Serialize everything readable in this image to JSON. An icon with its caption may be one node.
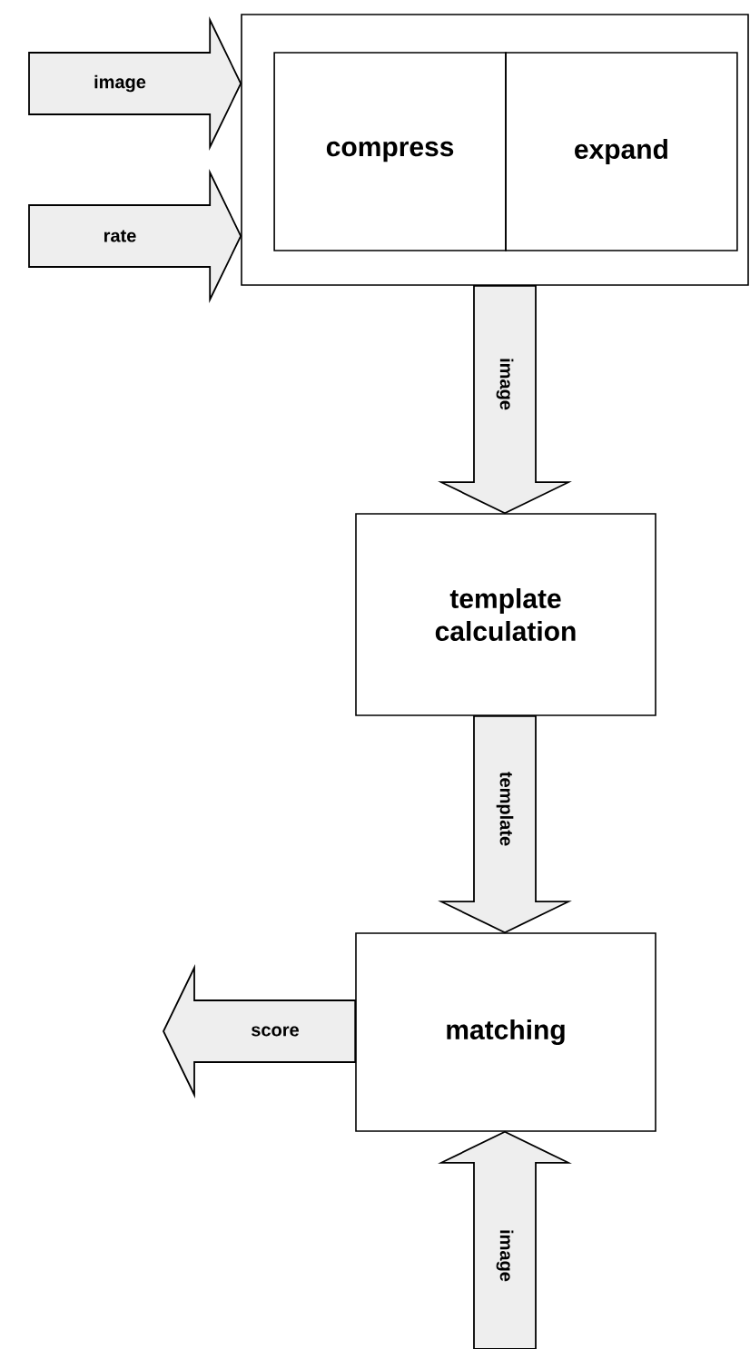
{
  "diagram": {
    "nodes": [
      {
        "text": [],
        "shape": "box"
      },
      {
        "text": [
          "compress"
        ],
        "in": 0
      },
      {
        "text": [
          "expand"
        ],
        "in": 0
      },
      {
        "text": [
          "template calculation"
        ]
      },
      {
        "text": [
          "matching"
        ]
      }
    ],
    "edges": [
      {
        "from": null,
        "to": 0,
        "arrow": "to",
        "label": "image"
      },
      {
        "from": null,
        "to": 0,
        "arrow": "to",
        "label": "rate"
      },
      {
        "from": 0,
        "to": 3,
        "arrow": "to",
        "label": "image"
      },
      {
        "from": 3,
        "to": 4,
        "arrow": "to",
        "label": "template"
      },
      {
        "from": 4,
        "to": null,
        "arrow": "to",
        "label": "score"
      },
      {
        "from": null,
        "to": 4,
        "arrow": "to",
        "label": "image"
      }
    ]
  }
}
